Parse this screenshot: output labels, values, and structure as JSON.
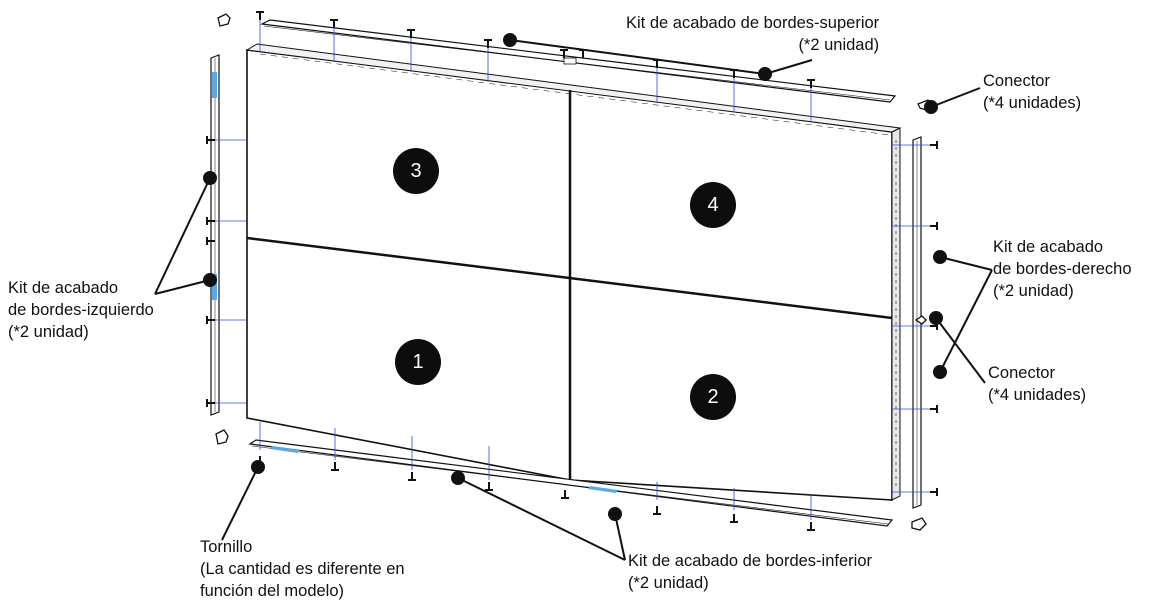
{
  "labels": {
    "top_kit": [
      "Kit de acabado de bordes-superior",
      "(*2 unidad)"
    ],
    "connector_top": [
      "Conector",
      "(*4 unidades)"
    ],
    "right_kit": [
      "Kit de acabado",
      "de bordes-derecho",
      "(*2 unidad)"
    ],
    "connector_right": [
      "Conector",
      "(*4 unidades)"
    ],
    "left_kit": [
      "Kit de acabado",
      "de bordes-izquierdo",
      "(*2 unidad)"
    ],
    "screw": [
      "Tornillo",
      "(La cantidad es diferente en",
      "función del modelo)"
    ],
    "bottom_kit": [
      "Kit de acabado de bordes-inferior",
      "(*2 unidad)"
    ]
  },
  "panels": [
    "1",
    "2",
    "3",
    "4"
  ],
  "colors": {
    "line": "#111111",
    "guide": "#2b4de0",
    "accent": "#5aa9e6",
    "badge": "#0d0d0d"
  }
}
